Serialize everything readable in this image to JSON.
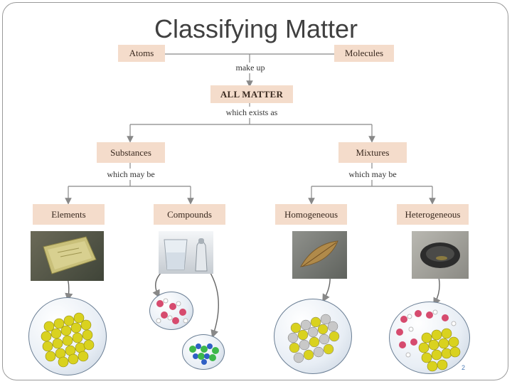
{
  "slide": {
    "title": "Classifying Matter",
    "page_number": "2"
  },
  "diagram": {
    "top_left": "Atoms",
    "top_right": "Molecules",
    "make_up": "make up",
    "root": "ALL MATTER",
    "exists_as": "which exists as",
    "substances": "Substances",
    "mixtures": "Mixtures",
    "may_be_left": "which may be",
    "may_be_right": "which may be",
    "elements": "Elements",
    "compounds": "Compounds",
    "homogeneous": "Homogeneous",
    "heterogeneous": "Heterogeneous"
  },
  "colors": {
    "node_fill": "#f4dccb",
    "connector": "#888888",
    "element_ball": "#d9d21f",
    "water_red": "#d64b6e",
    "salt_green": "#3db84a",
    "salt_blue": "#2f5fc4"
  },
  "images": {
    "elements_photo": "gold-bar",
    "compounds_photo": "water-glass-and-salt-shaker",
    "homogeneous_photo": "leaf-on-stone",
    "heterogeneous_photo": "gold-pan"
  }
}
